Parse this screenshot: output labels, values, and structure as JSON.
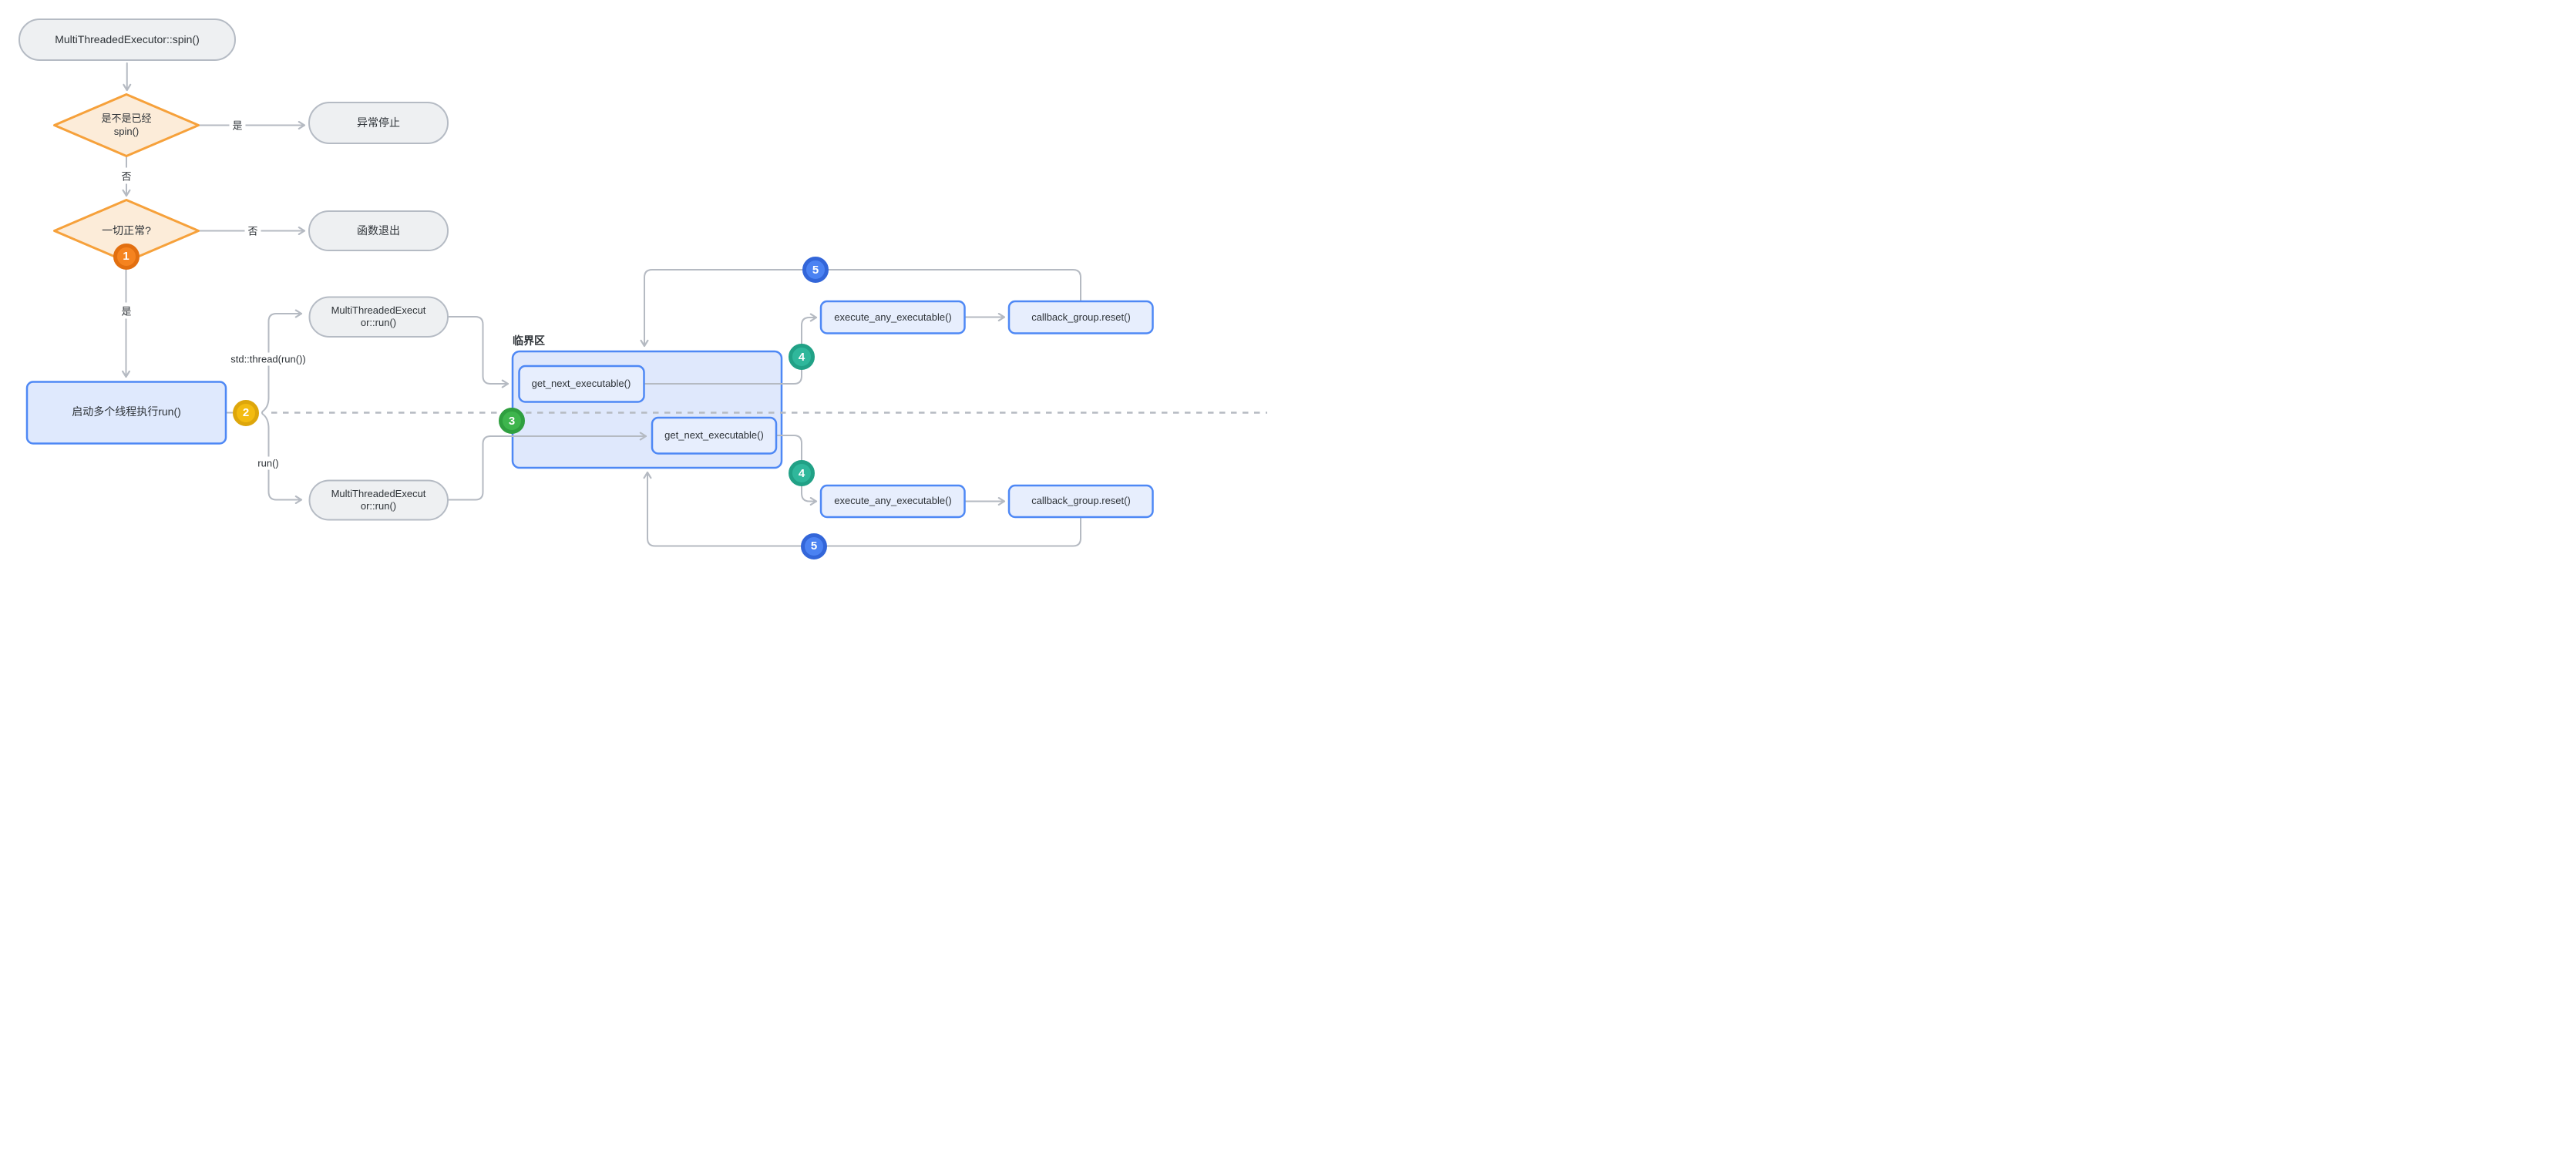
{
  "diagram": {
    "critical_section_label": "临界区",
    "nodes": {
      "spin": "MultiThreadedExecutor::spin()",
      "check_spin": "是不是已经\nspin()",
      "abnormal_stop": "异常停止",
      "check_ok": "一切正常?",
      "func_exit": "函数退出",
      "start_threads": "启动多个线程执行run()",
      "run_top": "MultiThreadedExecut\nor::run()",
      "run_bottom": "MultiThreadedExecut\nor::run()",
      "get_next_top": "get_next_executable()",
      "get_next_bottom": "get_next_executable()",
      "execute_top": "execute_any_executable()",
      "execute_bottom": "execute_any_executable()",
      "reset_top": "callback_group.reset()",
      "reset_bottom": "callback_group.reset()"
    },
    "edge_labels": {
      "yes_spin": "是",
      "no_spin": "否",
      "no_ok": "否",
      "yes_ok": "是",
      "std_thread": "std::thread(run())",
      "run": "run()"
    },
    "badges": {
      "b1": {
        "label": "1",
        "fill": "#f5831f",
        "ring": "#e26f10"
      },
      "b2": {
        "label": "2",
        "fill": "#f3bb10",
        "ring": "#dda60b"
      },
      "b3": {
        "label": "3",
        "fill": "#3eb54d",
        "ring": "#2f9f3f"
      },
      "b4_top": {
        "label": "4",
        "fill": "#2fb79b",
        "ring": "#21a186"
      },
      "b4_bottom": {
        "label": "4",
        "fill": "#2fb79b",
        "ring": "#21a186"
      },
      "b5_top": {
        "label": "5",
        "fill": "#4b82f2",
        "ring": "#3366d9"
      },
      "b5_bottom": {
        "label": "5",
        "fill": "#4b82f2",
        "ring": "#3366d9"
      }
    },
    "colors": {
      "node_fill": "#eef0f2",
      "node_border": "#b5bbc4",
      "connector": "#b5bac2",
      "diamond_fill": "#fcecd9",
      "diamond_border": "#f6a13b",
      "blue_border": "#4e88f5",
      "container_fill": "#dfe8fc",
      "inner_fill": "#e7eefd",
      "text": "#2e3338"
    }
  }
}
